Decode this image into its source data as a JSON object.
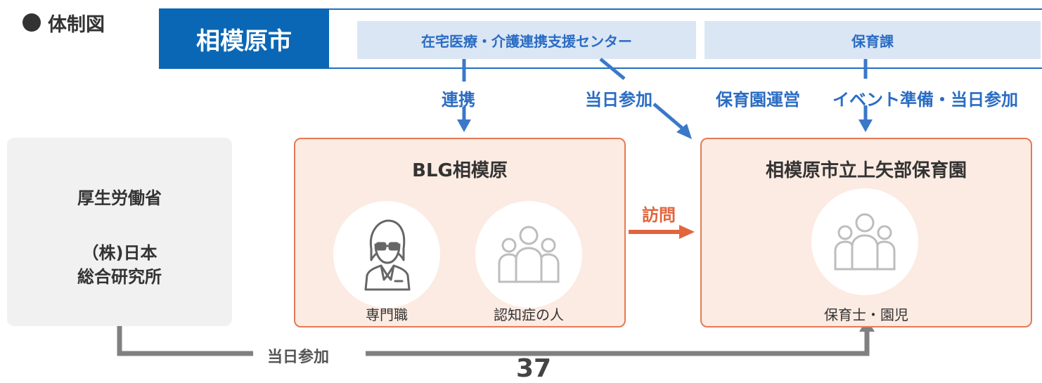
{
  "section_title": "体制図",
  "city": {
    "name": "相模原市",
    "dept_left": "在宅医療・介護連携支援センター",
    "dept_right": "保育課"
  },
  "connectors": {
    "renkei": "連携",
    "tojitsu_sanka": "当日参加",
    "unei": "保育園運営",
    "event": "イベント準備・当日参加",
    "visit": "訪問",
    "bottom": "当日参加"
  },
  "left_box": {
    "line1": "厚生労働省",
    "line2": "（株)日本",
    "line3": "総合研究所"
  },
  "blg": {
    "title": "BLG相模原",
    "person_caption": "専門職",
    "group_caption": "認知症の人"
  },
  "nursery": {
    "title": "相模原市立上矢部保育園",
    "caption": "保育士・園児"
  },
  "page_number": "37",
  "colors": {
    "city_blue": "#0a67b5",
    "dept_bg": "#dbe6f5",
    "connector_blue": "#3a78c9",
    "orange": "#e47a55",
    "orange_fill": "#fcebe2",
    "grey_box": "#f1f1f1"
  }
}
